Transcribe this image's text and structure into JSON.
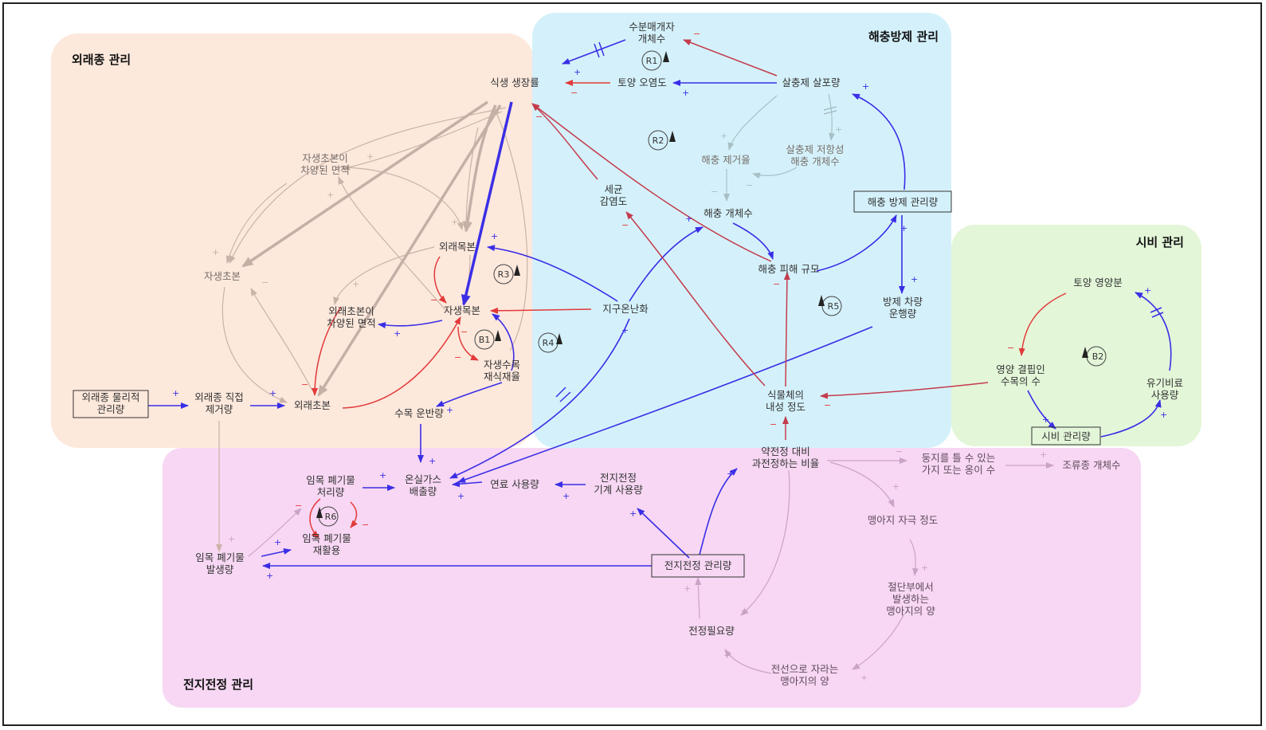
{
  "sections": {
    "invasive": "외래종 관리",
    "pest": "해충방제 관리",
    "fertilizer": "시비 관리",
    "pruning": "전지전정 관리"
  },
  "nodes": {
    "vegetation_growth": "식생 생장률",
    "pollinator": [
      "수분매개자",
      "개체수"
    ],
    "soil_pollution": "토양 오염도",
    "pesticide_spray": "살충제 살포량",
    "pest_removal": "해충 제거율",
    "pesticide_resist": [
      "살충제 저항성",
      "해충 개체수"
    ],
    "pest_population": "해충 개체수",
    "fungal_infection": [
      "세균",
      "감염도"
    ],
    "pest_control_mgmt": "해충 방제 관리량",
    "pest_damage": "해충 피해 규모",
    "spray_vehicle": [
      "방제 차량",
      "운행량"
    ],
    "native_herb_area": [
      "자생초본이",
      "차양된 면적"
    ],
    "native_herb": "자생초본",
    "exotic_tree": "외래목본",
    "exotic_herb_area": [
      "외래초본이",
      "차양된 면적"
    ],
    "native_tree": "자생목본",
    "global_warming": "지구온난화",
    "native_replant": [
      "자생수목",
      "재식재율"
    ],
    "exotic_physical_mgmt": [
      "외래종 물리적",
      "관리량"
    ],
    "exotic_direct_removal": [
      "외래종 직접",
      "제거량"
    ],
    "exotic_herb": "외래초본",
    "tree_transport": "수목 운반량",
    "plant_resistance": [
      "식물체의",
      "내성 정도"
    ],
    "soil_nutrient": "토양 영양분",
    "nutrient_deficient": [
      "영양 결핍인",
      "수목의 수"
    ],
    "organic_fert": [
      "유기비료",
      "사용량"
    ],
    "fert_mgmt": "시비 관리량",
    "overpruning_ratio": [
      "약전정 대비",
      "과전정하는 비율"
    ],
    "nesting_branches": [
      "둥지를 틀 수 있는",
      "가지 또는 옹이 수"
    ],
    "bird_population": "조류종 개체수",
    "sprout_stimulus": "맹아지 자극 정도",
    "sprouts_at_cut": [
      "절단부에서",
      "발생하는",
      "맹아지의 양"
    ],
    "sprouts_on_wire": [
      "전선으로 자라는",
      "맹아지의 양"
    ],
    "pruning_need": "전정필요량",
    "pruning_mgmt": "전지전정 관리량",
    "pruning_machine": [
      "전지전정",
      "기계 사용량"
    ],
    "fuel_use": "연료 사용량",
    "ghg_emission": [
      "온실가스",
      "배출량"
    ],
    "wood_waste_treat": [
      "임목 폐기물",
      "처리량"
    ],
    "wood_waste_recycle": [
      "임목 폐기물",
      "재활용"
    ],
    "wood_waste_gen": [
      "임목 폐기물",
      "발생량"
    ]
  },
  "loops": [
    "R1",
    "R2",
    "R3",
    "B1",
    "R4",
    "R5",
    "B2",
    "R6"
  ],
  "polarity": {
    "plus": "+",
    "minus": "−"
  },
  "colors": {
    "invasive_bg": "#fde8dc",
    "pest_bg": "#d4f1fb",
    "fertilizer_bg": "#e3f6d8",
    "pruning_bg": "#f7d7f3",
    "positive_link": "#3a2ee6",
    "negative_link": "#e23a3a",
    "faint_link": "#c9b3a8",
    "faint_pink_link": "#caa3c6",
    "pest_faint_link": "#a9bfc6"
  }
}
